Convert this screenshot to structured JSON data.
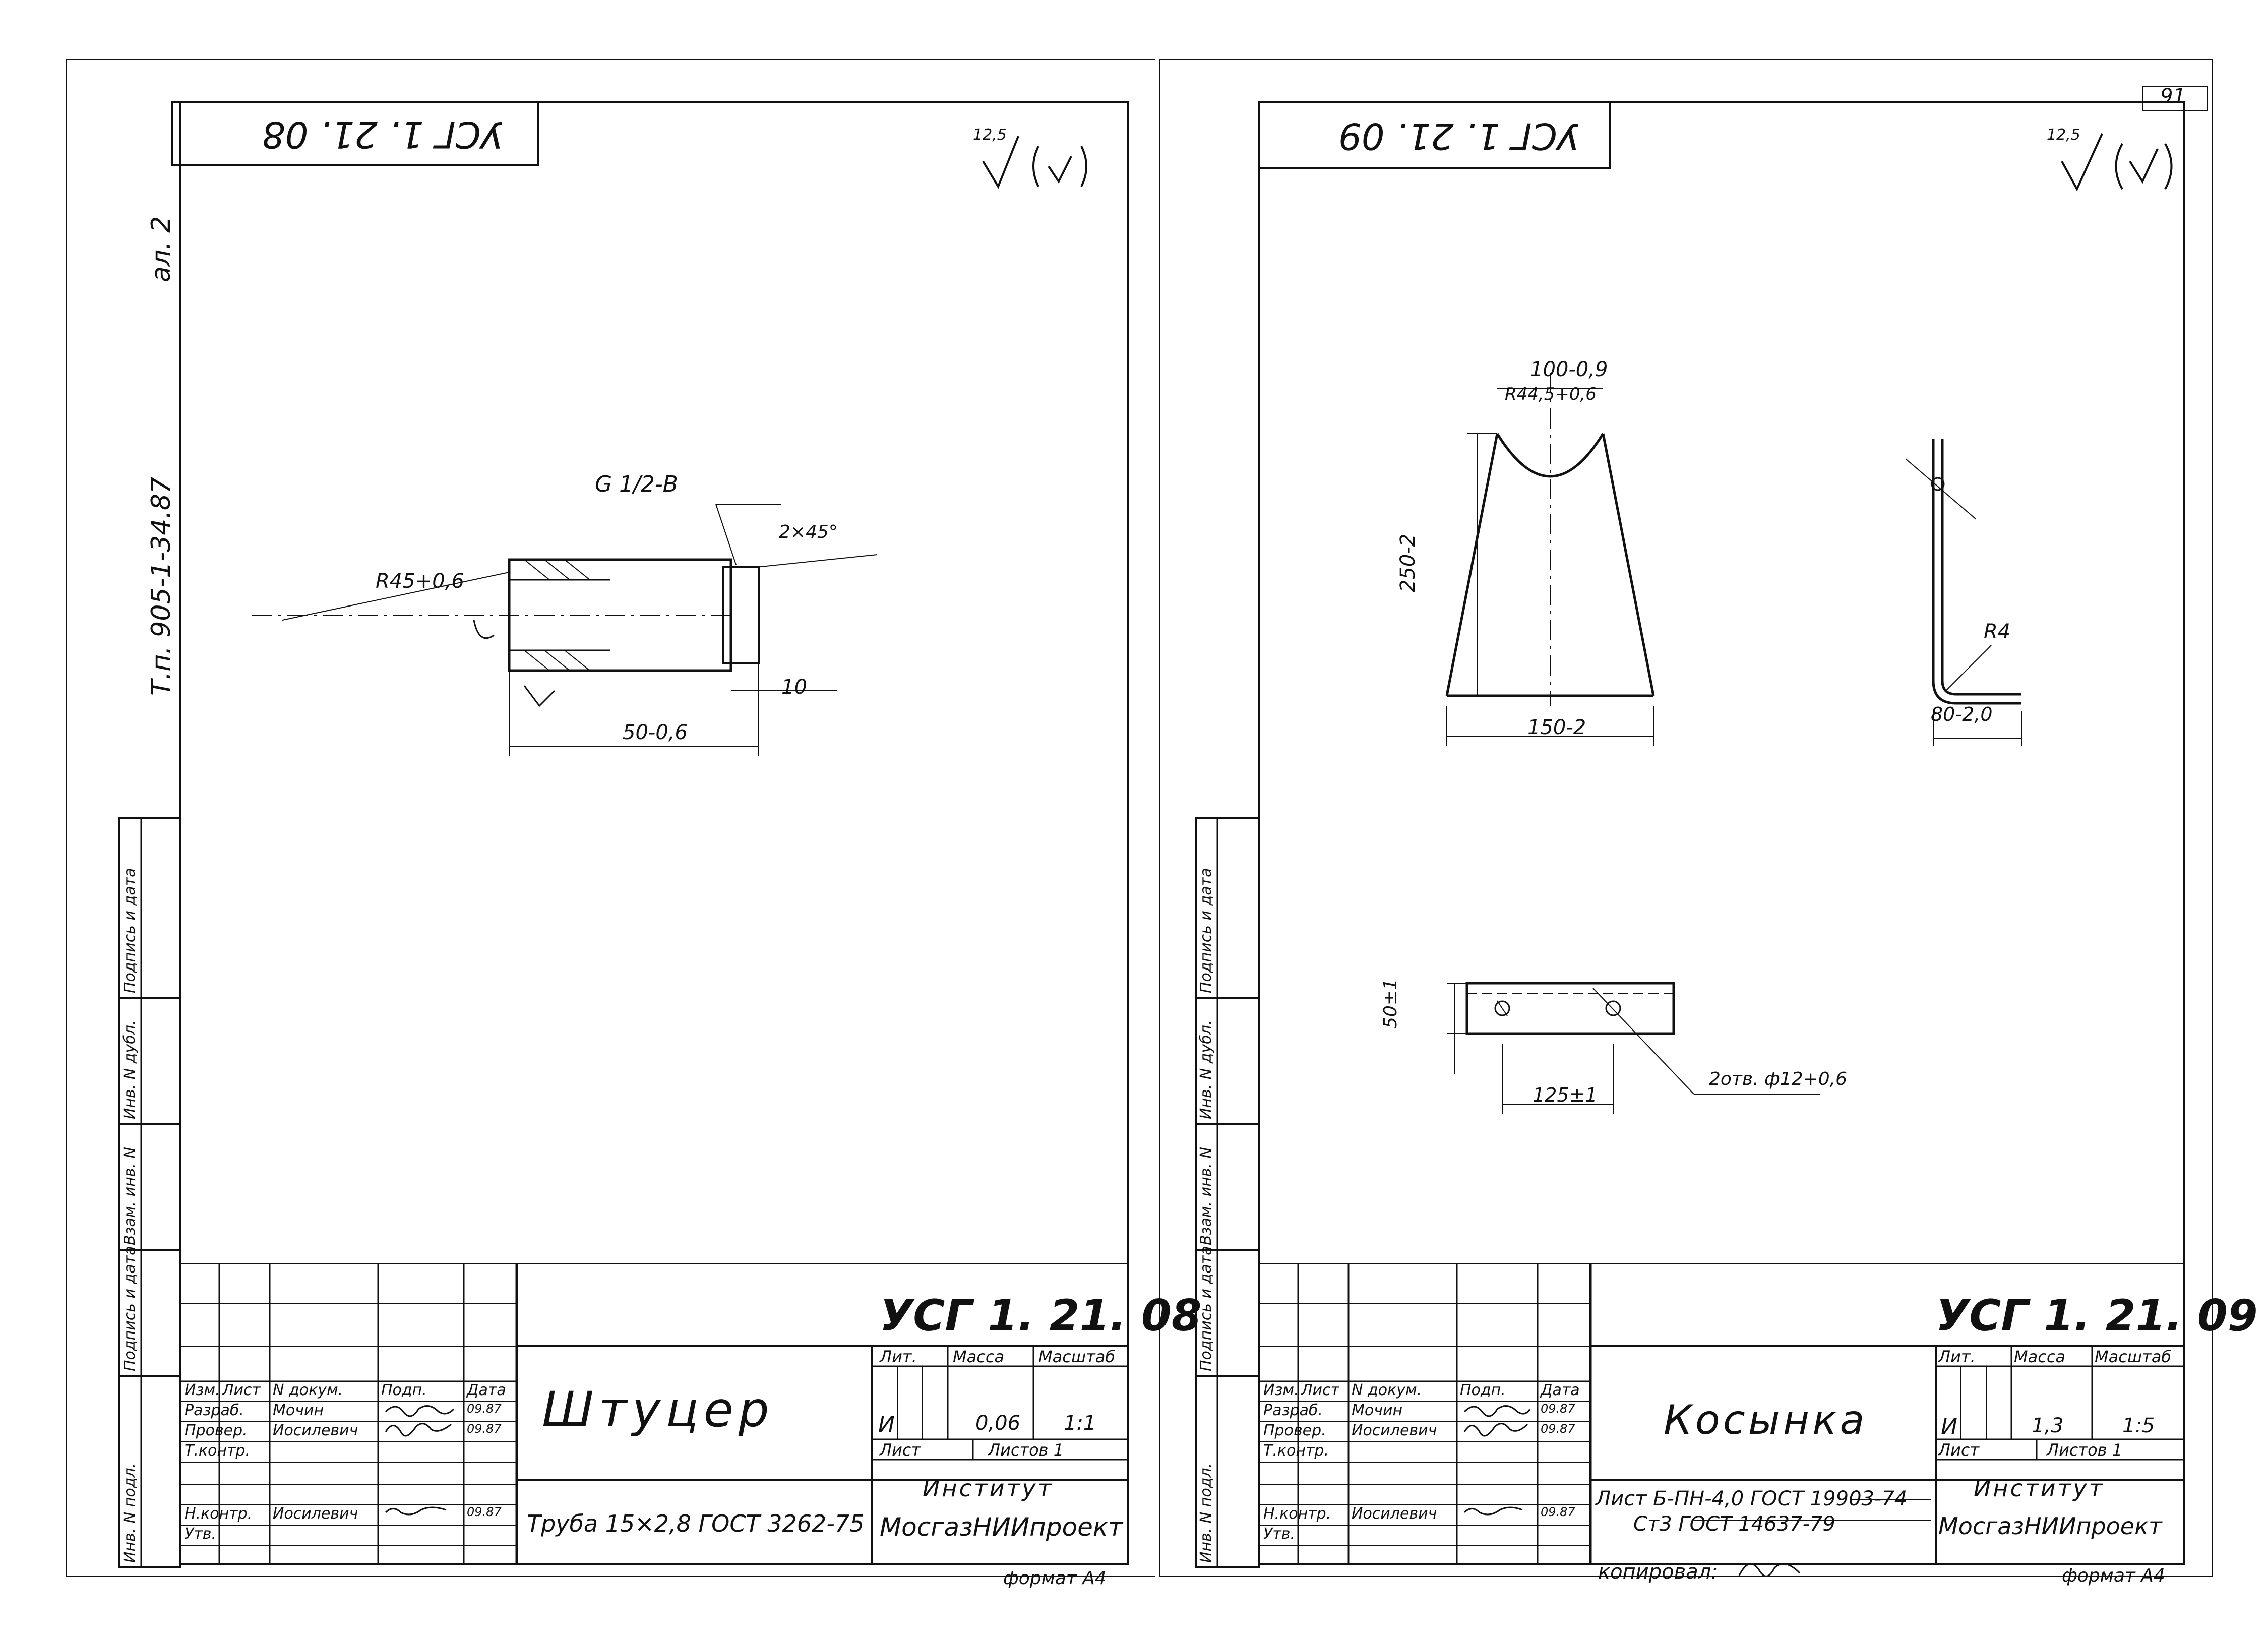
{
  "page_number": "91",
  "sheet_side_ref": "Т.п. 905-1-34.87",
  "album": "ал. 2",
  "copied_by": "копировал:",
  "format": "формат А4",
  "left_sheet": {
    "stamp_mirrored": "УСГ 1. 21. 08",
    "roughness_value": "12,5",
    "designation": "УСГ 1. 21. 08",
    "title": "Штуцер",
    "material": "Труба 15×2,8 ГОСТ 3262-75",
    "litera": "И",
    "mass": "0,06",
    "scale": "1:1",
    "sheet_label": "Лист",
    "sheets_label": "Листов 1",
    "org1": "Институт",
    "org2": "МосгазНИИпроект",
    "hdr_lit": "Лит.",
    "hdr_mass": "Масса",
    "hdr_scale": "Масштаб",
    "row_head": [
      "Изм.",
      "Лист",
      "N докум.",
      "Подп.",
      "Дата"
    ],
    "roles": [
      "Разраб.",
      "Провер.",
      "Т.контр.",
      "",
      "Н.контр.",
      "Утв."
    ],
    "names": [
      "Мочин",
      "Иосилевич",
      "",
      "",
      "Иосилевич",
      ""
    ],
    "dates": [
      "09.87",
      "09.87",
      "",
      "",
      "09.87",
      ""
    ],
    "dims": {
      "thread": "G 1/2-B",
      "chamfer": "2×45°",
      "radius": "R45+0,6",
      "length": "50-0,6",
      "thread_len": "10"
    },
    "side_stamp": [
      "Инв. N подл.",
      "Подпись и дата",
      "Взам. инв. N",
      "Инв. N дубл.",
      "Подпись и дата"
    ]
  },
  "right_sheet": {
    "stamp_mirrored": "УСГ 1. 21. 09",
    "roughness_value": "12,5",
    "designation": "УСГ 1. 21. 09",
    "title": "Косынка",
    "material_1": "Лист  Б-ПН-4,0 ГОСТ 19903-74",
    "material_2": "Ст3   ГОСТ 14637-79",
    "litera": "И",
    "mass": "1,3",
    "scale": "1:5",
    "sheet_label": "Лист",
    "sheets_label": "Листов 1",
    "org1": "Институт",
    "org2": "МосгазНИИпроект",
    "hdr_lit": "Лит.",
    "hdr_mass": "Масса",
    "hdr_scale": "Масштаб",
    "row_head": [
      "Изм.",
      "Лист",
      "N докум.",
      "Подп.",
      "Дата"
    ],
    "roles": [
      "Разраб.",
      "Провер.",
      "Т.контр.",
      "",
      "Н.контр.",
      "Утв."
    ],
    "names": [
      "Мочин",
      "Иосилевич",
      "",
      "",
      "Иосилевич",
      ""
    ],
    "dates": [
      "09.87",
      "09.87",
      "",
      "",
      "09.87",
      ""
    ],
    "dims": {
      "top_width": "100-0,9",
      "radius": "R44,5+0,6",
      "height": "250-2",
      "bottom_width": "150-2",
      "bend_radius": "R4",
      "flange": "80-2,0",
      "width": "50±1",
      "hole_spacing": "125±1",
      "holes": "2отв. ф12+0,6"
    },
    "side_stamp": [
      "Инв. N подл.",
      "Подпись и дата",
      "Взам. инв. N",
      "Инв. N дубл.",
      "Подпись и дата"
    ]
  }
}
